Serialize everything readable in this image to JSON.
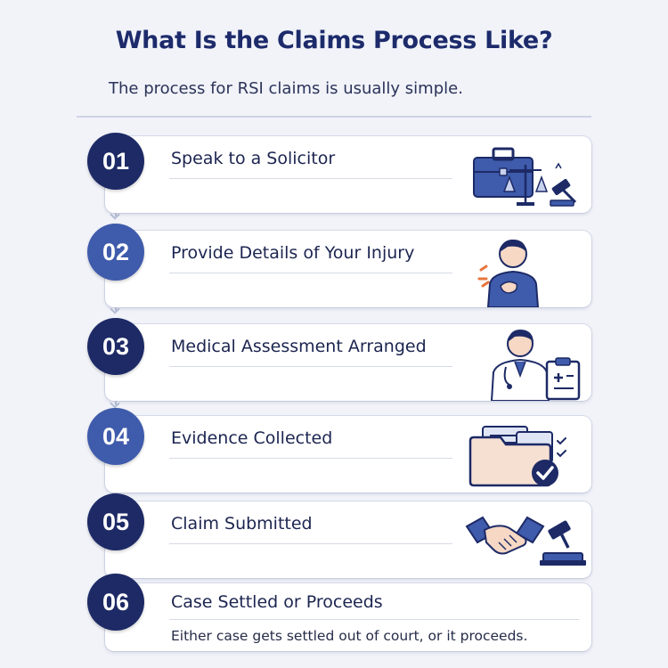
{
  "header": {
    "title": "What Is the Claims Process Like?",
    "subtitle": "The process for RSI claims is usually simple."
  },
  "steps": [
    {
      "number": "01",
      "label": "Speak to a Solicitor",
      "icon": "briefcase-scales-gavel-icon"
    },
    {
      "number": "02",
      "label": "Provide Details of Your Injury",
      "icon": "injured-person-icon"
    },
    {
      "number": "03",
      "label": "Medical Assessment Arranged",
      "icon": "doctor-clipboard-icon"
    },
    {
      "number": "04",
      "label": "Evidence Collected",
      "icon": "folder-check-icon"
    },
    {
      "number": "05",
      "label": "Claim Submitted",
      "icon": "handshake-gavel-icon"
    },
    {
      "number": "06",
      "label": "Case Settled or Proceeds",
      "note": "Either case gets settled out of court, or it proceeds.",
      "icon": "none"
    }
  ],
  "colors": {
    "navy": "#1d2a66",
    "blue": "#3f5bab",
    "background": "#f1f3f9",
    "card": "#ffffff",
    "accent_orange": "#e8753f"
  }
}
